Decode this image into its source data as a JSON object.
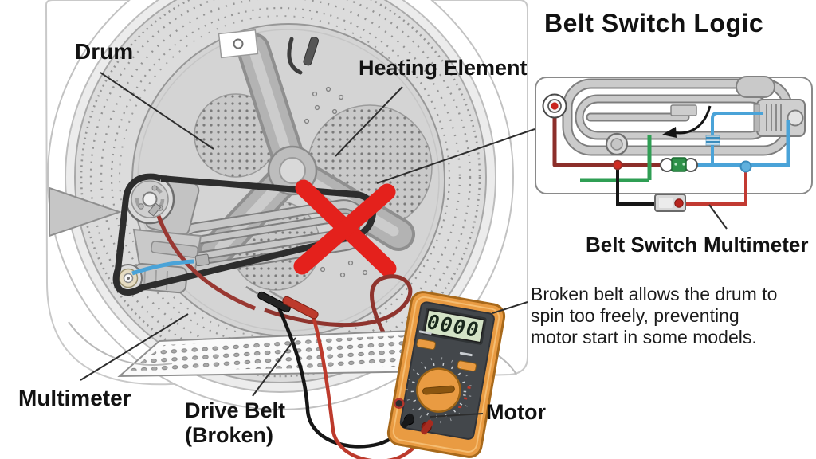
{
  "logic_panel": {
    "title": "Belt Switch Logic",
    "belt_switch_label": "Belt Switch",
    "multimeter_label": "Multimeter",
    "caption": "Broken belt allows the drum to\nspin too freely, preventing\nmotor start in some models."
  },
  "diagram_labels": {
    "drum": "Drum",
    "heating_element": "Heating Element",
    "multimeter": "Multimeter",
    "drive_belt": "Drive Belt\n(Broken)",
    "motor": "Motor"
  },
  "multimeter": {
    "display": "0000"
  },
  "colors": {
    "red_x": "#e4211c",
    "belt": "#2d2d2d",
    "wire_dark_red": "#8c2e2a",
    "wire_green": "#2f9e54",
    "wire_blue": "#4aa3d8",
    "wire_black": "#161616",
    "wire_switch_red": "#c23a32",
    "probe_red": "#bd3a2c",
    "meter_orange": "#e99b42",
    "lcd_green": "#d3e3c6",
    "tube_gray": "#cbcbcb"
  }
}
